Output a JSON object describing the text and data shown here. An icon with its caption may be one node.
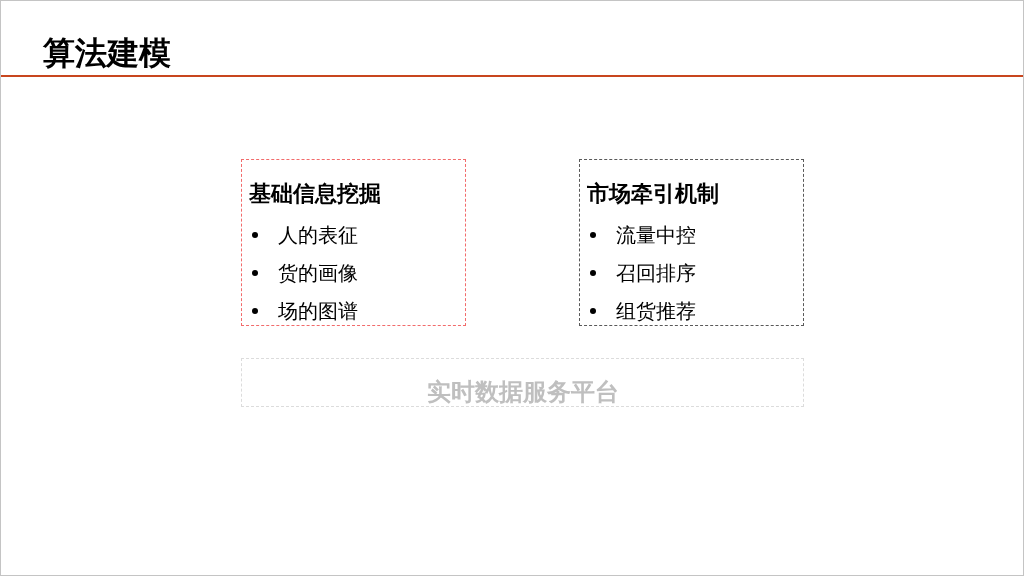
{
  "diagram": {
    "title": "算法建模",
    "nodes": [
      {
        "text": [
          "基础信息挖掘",
          "人的表征",
          "货的画像",
          "场的图谱"
        ]
      },
      {
        "text": [
          "市场牵引机制",
          "流量中控",
          "召回排序",
          "组货推荐"
        ]
      },
      {
        "text": [
          "实时数据服务平台"
        ]
      }
    ]
  }
}
